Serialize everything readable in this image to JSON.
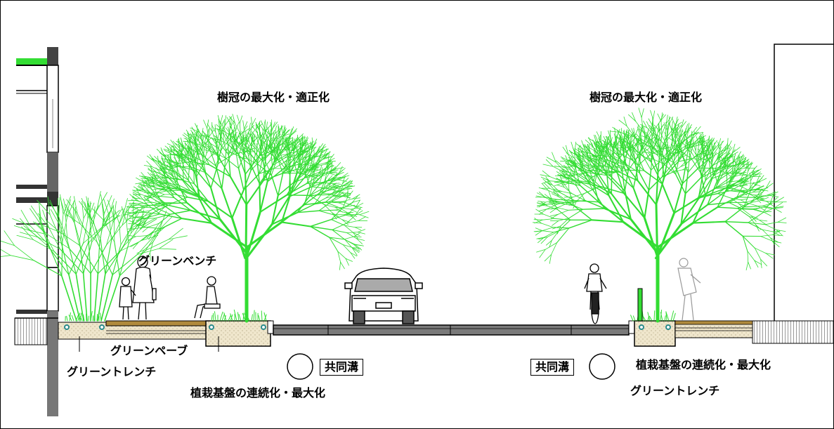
{
  "labels": {
    "crown_left": "樹冠の最大化・適正化",
    "crown_right": "樹冠の最大化・適正化",
    "green_bench": "グリーンベンチ",
    "green_pave": "グリーンペーブ",
    "green_trench_left": "グリーントレンチ",
    "green_trench_right": "グリーントレンチ",
    "planting_base_left": "植栽基盤の連続化・最大化",
    "planting_base_right": "植栽基盤の連続化・最大化",
    "utility_tunnel_left": "共同溝",
    "utility_tunnel_right": "共同溝"
  },
  "colors": {
    "tree_green": "#33dd33",
    "line": "#000000",
    "soil": "#efe6cc",
    "paving": "#b08a3c",
    "road": "#7a7a7a",
    "building_gray": "#666666"
  }
}
